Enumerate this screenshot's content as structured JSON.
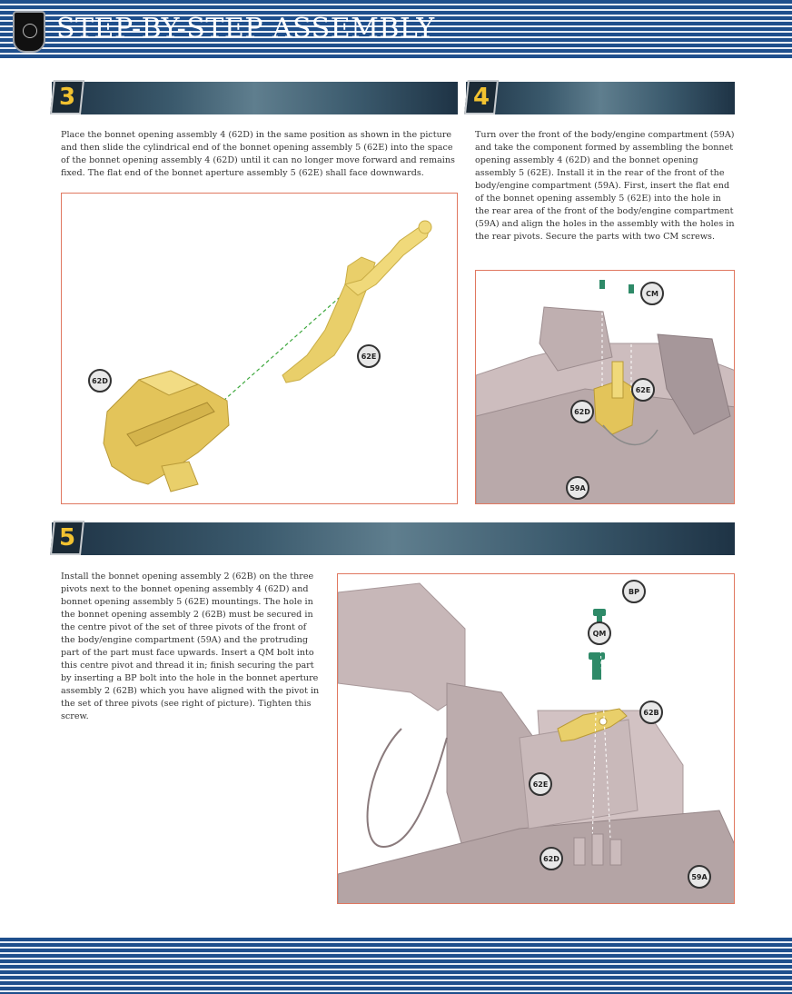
{
  "header": {
    "title": "STEP-BY-STEP ASSEMBLY",
    "logo_icon": "shield-logo-icon"
  },
  "colors": {
    "banner_blue": "#1f4f8c",
    "step_number_yellow": "#f2c230",
    "panel_border": "#e07860",
    "part_yellow": "#e9cf6a",
    "part_grey": "#b9a9aa",
    "screw_green": "#2e8a68"
  },
  "steps": [
    {
      "number": "3",
      "text": "Place the bonnet opening assembly 4 (62D) in the same position as shown in the picture and then slide the cylindrical end of the bonnet opening assembly 5 (62E) into the space of the bonnet opening assembly 4 (62D) until it can no longer move forward and remains fixed. The flat end of the bonnet aperture assembly 5 (62E) shall face downwards.",
      "callouts": [
        "62D",
        "62E"
      ]
    },
    {
      "number": "4",
      "text": "Turn over the front of the body/engine compartment (59A) and take the component formed by assembling the bonnet opening assembly 4 (62D) and the bonnet opening assembly 5 (62E). Install it in the rear of the front of the body/engine compartment (59A). First, insert the flat end of the bonnet opening assembly 5 (62E) into the hole in the rear area of the front of the body/engine compartment (59A) and align the holes in the assembly with the holes in the rear pivots. Secure the parts with two CM screws.",
      "callouts": [
        "CM",
        "62E",
        "62D",
        "59A"
      ]
    },
    {
      "number": "5",
      "text": "Install the bonnet opening assembly 2 (62B) on the three pivots next to the bonnet opening assembly 4 (62D) and bonnet opening assembly 5 (62E) mountings. The hole in the bonnet opening assembly 2 (62B) must be secured in the centre pivot of the set of three pivots of the front of the body/engine compartment (59A) and the protruding part of the part must face upwards. Insert a QM bolt into this centre pivot and thread it in; finish securing the part by inserting a BP bolt into the hole in the bonnet aperture assembly 2 (62B) which you have aligned with the pivot in the set of three pivots (see right of picture). Tighten this screw.",
      "callouts": [
        "BP",
        "QM",
        "62B",
        "62E",
        "62D",
        "59A"
      ]
    }
  ]
}
